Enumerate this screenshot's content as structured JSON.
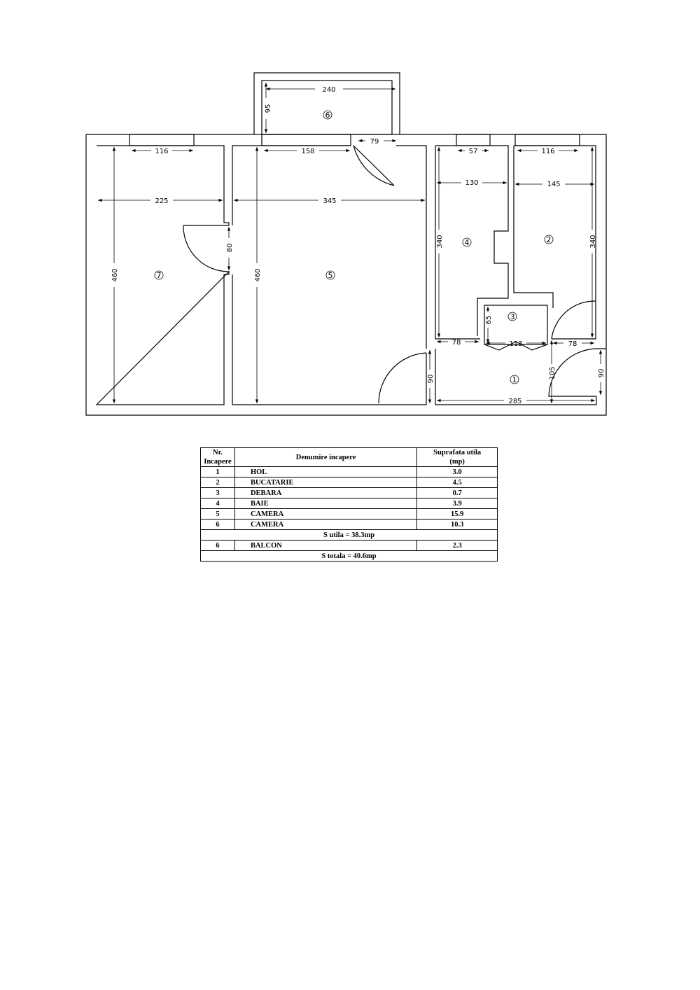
{
  "plan": {
    "dimensions": {
      "balcony_width": "240",
      "balcony_depth": "95",
      "door_balcony": "79",
      "window_7": "116",
      "window_5": "158",
      "window_4": "57",
      "window_2": "116",
      "width_7": "225",
      "width_5": "345",
      "width_4": "130",
      "width_2": "145",
      "height_7": "460",
      "height_5": "460",
      "height_4": "340",
      "height_2": "340",
      "door_7_5": "80",
      "height_3": "65",
      "hall_left": "78",
      "width_3": "113",
      "hall_right": "78",
      "hall_height": "90",
      "hall_door": "105",
      "entry_door": "90",
      "hall_width": "285"
    },
    "room_numbers": {
      "r1": "1",
      "r2": "2",
      "r3": "3",
      "r4": "4",
      "r5": "5",
      "r6": "6",
      "r7": "7"
    }
  },
  "table": {
    "header": {
      "nr_line1": "Nr.",
      "nr_line2": "Incapere",
      "name": "Denumire incapere",
      "area_line1": "Suprafata  utila",
      "area_line2": "(mp)"
    },
    "rows": [
      {
        "nr": "1",
        "name": "HOL",
        "area": "3.0"
      },
      {
        "nr": "2",
        "name": "BUCATARIE",
        "area": "4.5"
      },
      {
        "nr": "3",
        "name": "DEBARA",
        "area": "0.7"
      },
      {
        "nr": "4",
        "name": "BAIE",
        "area": "3.9"
      },
      {
        "nr": "5",
        "name": "CAMERA",
        "area": "15.9"
      },
      {
        "nr": "6",
        "name": "CAMERA",
        "area": "10.3"
      }
    ],
    "subtotal": "S utila = 38.3mp",
    "balcony": {
      "nr": "6",
      "name": "BALCON",
      "area": "2.3"
    },
    "total": "S totala = 40.6mp"
  }
}
